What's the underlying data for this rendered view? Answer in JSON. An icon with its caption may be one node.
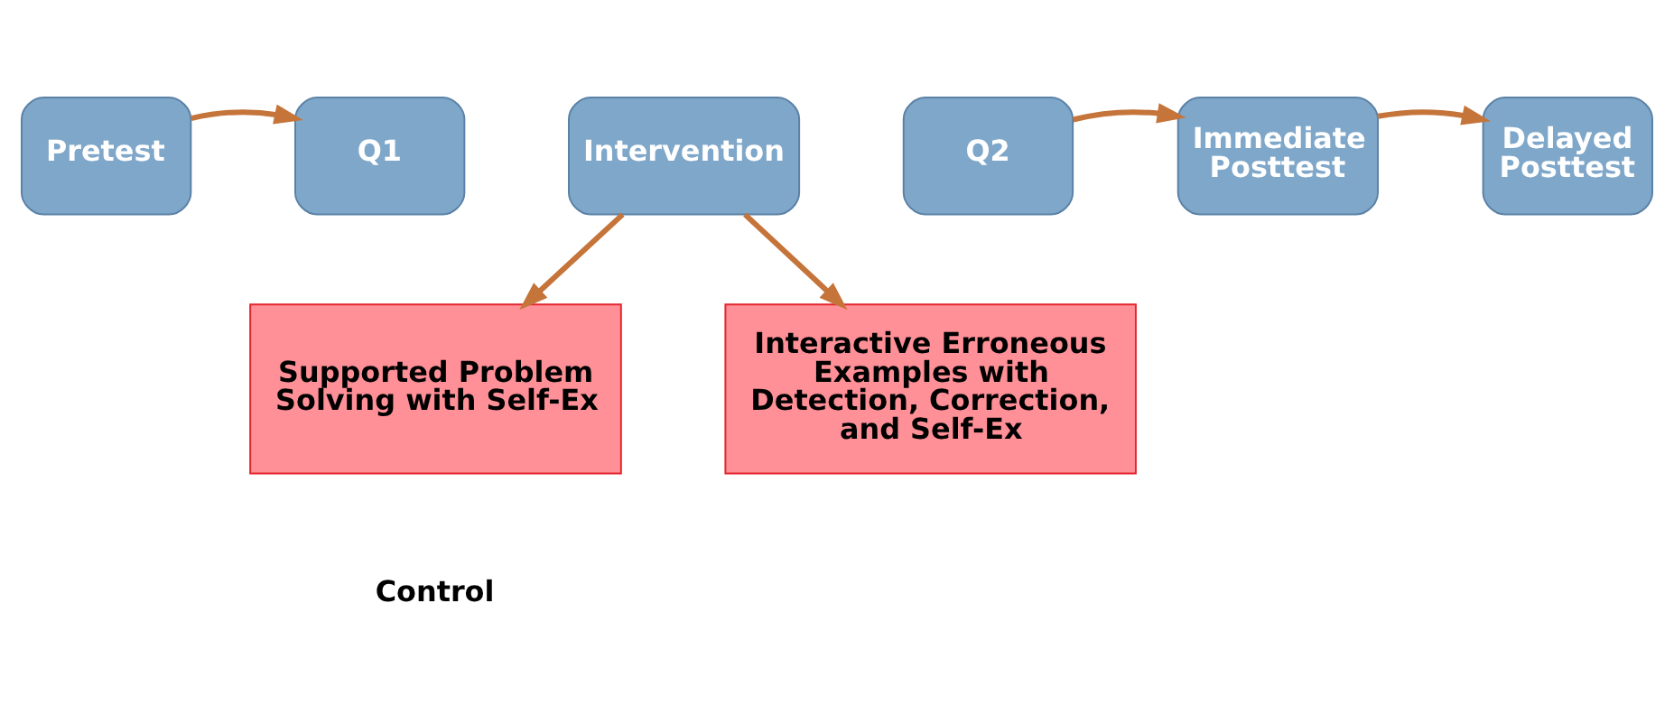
{
  "diagram": {
    "nodes": [
      {
        "text": [
          "Pretest"
        ]
      },
      {
        "text": [
          "Q1"
        ]
      },
      {
        "text": [
          "Intervention"
        ]
      },
      {
        "text": [
          "Q2"
        ]
      },
      {
        "text": [
          "Immediate Posttest"
        ]
      },
      {
        "text": [
          "Delayed Posttest"
        ]
      },
      {
        "text": [
          "Supported Problem Solving with Self-Ex"
        ]
      },
      {
        "text": [
          "Interactive Erroneous Examples with Detection, Correction, and Self-Ex"
        ]
      }
    ],
    "edges": [
      {
        "from": 0,
        "to": 1,
        "arrow": "to"
      },
      {
        "from": 3,
        "to": 4,
        "arrow": "to"
      },
      {
        "from": 4,
        "to": 5,
        "arrow": "to"
      },
      {
        "from": 2,
        "to": 6,
        "arrow": "to"
      },
      {
        "from": 2,
        "to": 7,
        "arrow": "to"
      }
    ],
    "labels": [
      "Control"
    ]
  }
}
